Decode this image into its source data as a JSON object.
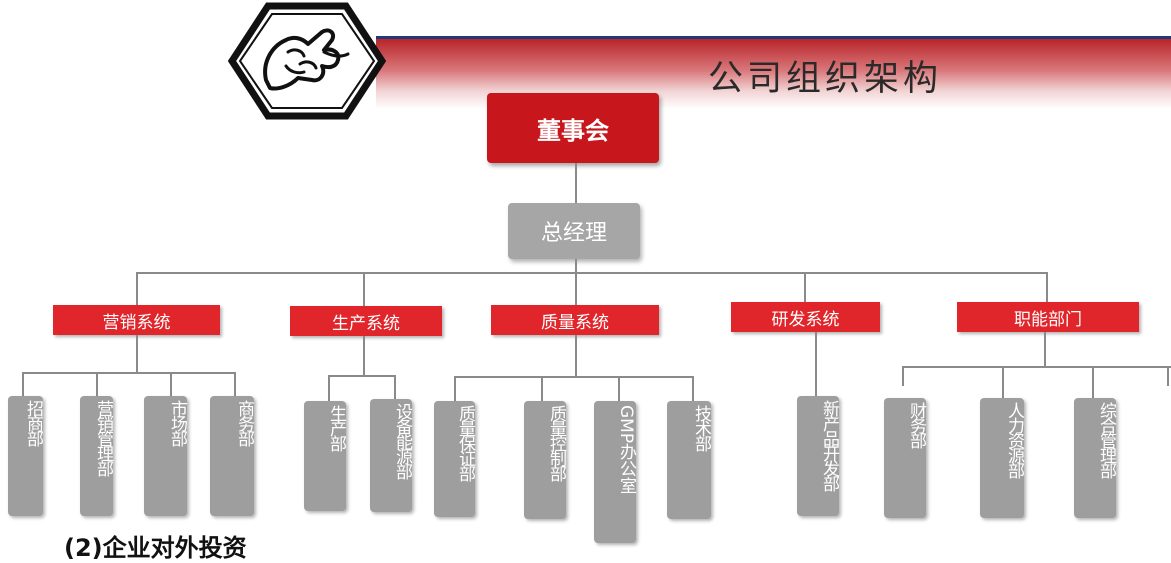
{
  "header": {
    "title": "公司组织架构"
  },
  "org": {
    "board": "董事会",
    "general_manager": "总经理",
    "systems": [
      {
        "label": "营销系统",
        "departments": [
          "招商部",
          "营销管理部",
          "市场部",
          "商务部"
        ]
      },
      {
        "label": "生产系统",
        "departments": [
          "生产部",
          "设备能源部"
        ]
      },
      {
        "label": "质量系统",
        "departments": [
          "质量保证部",
          "质量控制部",
          "GMP办公室",
          "技术部"
        ]
      },
      {
        "label": "研发系统",
        "departments": [
          "新产品开发部"
        ]
      },
      {
        "label": "职能部门",
        "departments": [
          "财务部",
          "人力资源部",
          "综合管理部"
        ]
      }
    ]
  },
  "footer": {
    "text": "(2)企业对外投资"
  },
  "colors": {
    "primary_red": "#c8161d",
    "system_red": "#e0262b",
    "dept_gray": "#9e9e9e",
    "gm_gray": "#a6a6a6"
  },
  "icons": {
    "logo": "hands-clasp-hexagon-icon"
  }
}
